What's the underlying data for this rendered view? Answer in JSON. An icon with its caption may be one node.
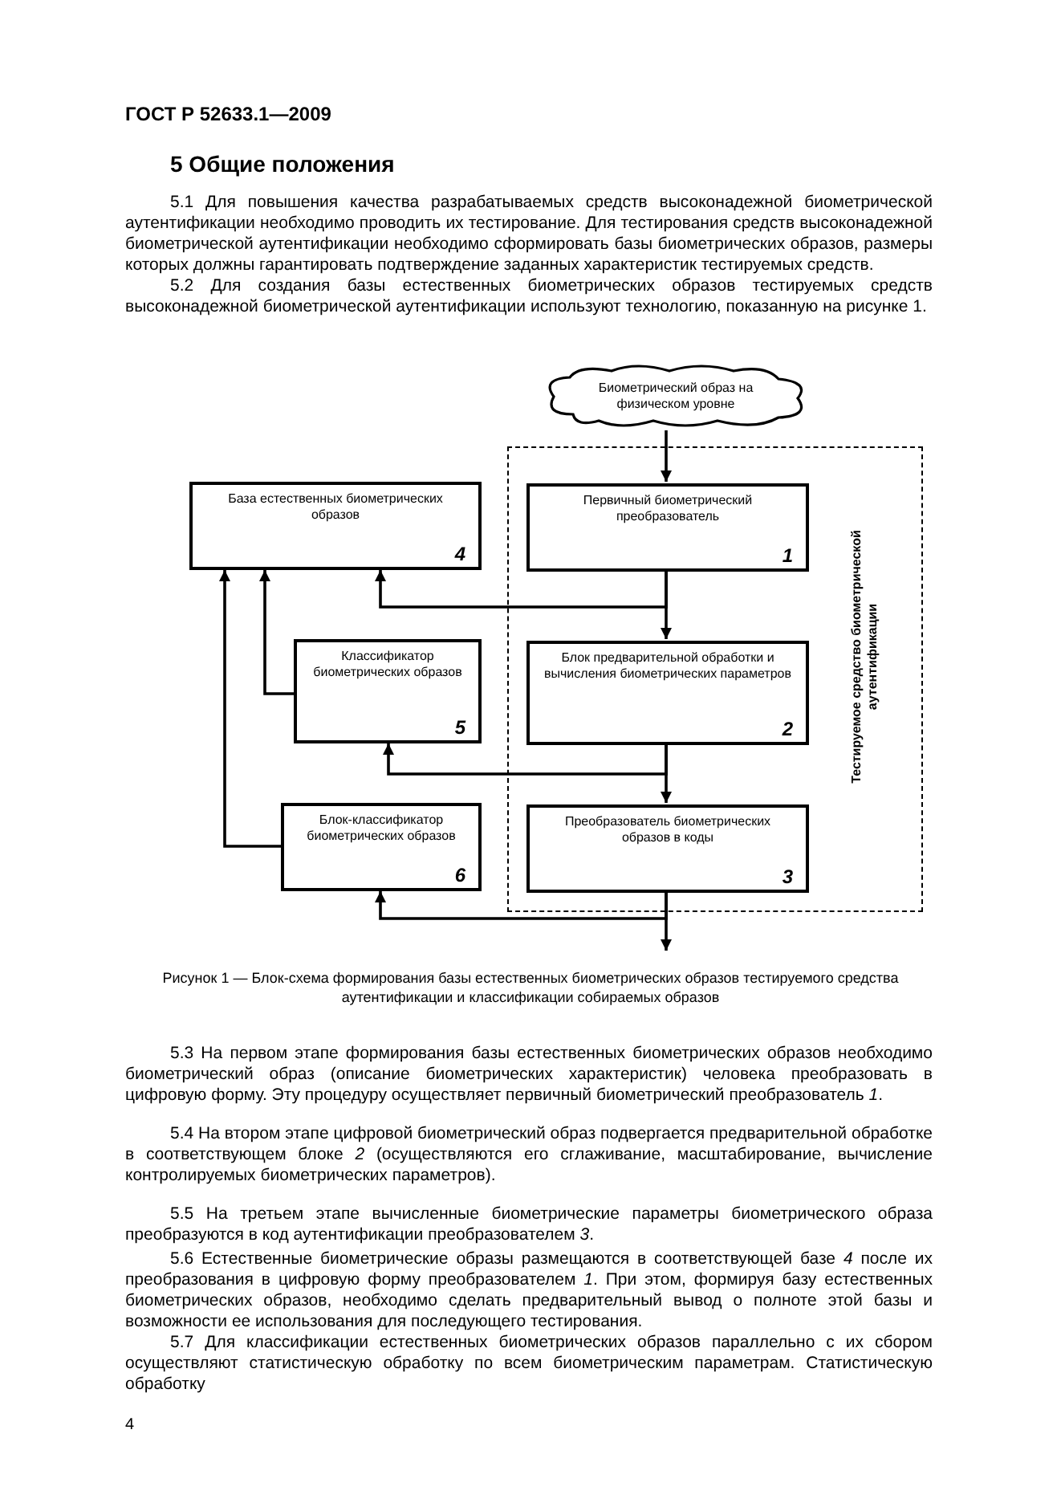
{
  "diagram": {
    "title": "5 Общие положения",
    "caption": "Рисунок 1 — Блок-схема формирования базы естественных биометрических образов тестируемого средства аутентификации и классификации собираемых образов",
    "nodes": [
      {
        "text": [
          "Биометрический образ на физическом уровне"
        ]
      },
      {
        "text": [
          "Тестируемое средство биометрической аутентификации"
        ]
      },
      {
        "text": [
          "База естественных биометрических образов",
          "4"
        ]
      },
      {
        "text": [
          "Первичный биометрический преобразователь",
          "1"
        ],
        "in": 1
      },
      {
        "text": [
          "Классификатор биометрических образов",
          "5"
        ]
      },
      {
        "text": [
          "Блок предварительной обработки и вычисления биометрических параметров",
          "2"
        ],
        "in": 1
      },
      {
        "text": [
          "Блок-классификатор биометрических образов",
          "6"
        ]
      },
      {
        "text": [
          "Преобразователь биометрических образов в коды",
          "3"
        ],
        "in": 1
      }
    ],
    "edges": [
      {
        "from": 0,
        "to": 3,
        "arrow": "to"
      },
      {
        "from": 3,
        "to": 2,
        "arrow": "to"
      },
      {
        "from": 3,
        "to": 5,
        "arrow": "to"
      },
      {
        "from": 5,
        "to": 7,
        "arrow": "to"
      },
      {
        "from": 5,
        "to": 4,
        "arrow": "to"
      },
      {
        "from": 7,
        "to": 6,
        "arrow": "to"
      },
      {
        "from": 7,
        "to": null,
        "arrow": "to"
      },
      {
        "from": 4,
        "to": 2,
        "arrow": "to"
      },
      {
        "from": 6,
        "to": 2,
        "arrow": "to"
      }
    ],
    "labels": [
      "ГОСТ Р 52633.1—2009",
      "5.1 Для повышения качества разрабатываемых средств высоконадежной биометрической аутентификации необходимо проводить их тестирование. Для тестирования средств высоконадежной биометрической аутентификации необходимо сформировать базы биометрических образов, размеры которых должны гарантировать подтверждение заданных характеристик тестируемых средств.",
      "5.2 Для создания базы естественных биометрических образов тестируемых средств высоконадежной биометрической аутентификации используют технологию, показанную на рисунке 1.",
      "5.3 На первом этапе формирования базы естественных биометрических образов необходимо биометрический образ (описание биометрических характеристик) человека преобразовать в цифровую форму. Эту процедуру осуществляет первичный биометрический преобразователь *1*.",
      "5.4 На втором этапе цифровой биометрический образ подвергается предварительной обработке в соответствующем блоке *2* (осуществляются его сглаживание, масштабирование, вычисление контролируемых биометрических параметров).",
      "5.5 На третьем этапе вычисленные биометрические параметры биометрического образа преобразуются в код аутентификации преобразователем *3*.",
      "5.6 Естественные биометрические образы размещаются в соответствующей базе *4* после их преобразования в цифровую форму преобразователем *1*. При этом, формируя базу естественных биометрических образов, необходимо сделать предварительный вывод о полноте этой базы и возможности ее использования для последующего тестирования.",
      "5.7 Для классификации естественных биометрических образов параллельно с их сбором осуществляют статистическую обработку по всем биометрическим параметрам. Статистическую обработку",
      "4"
    ]
  }
}
